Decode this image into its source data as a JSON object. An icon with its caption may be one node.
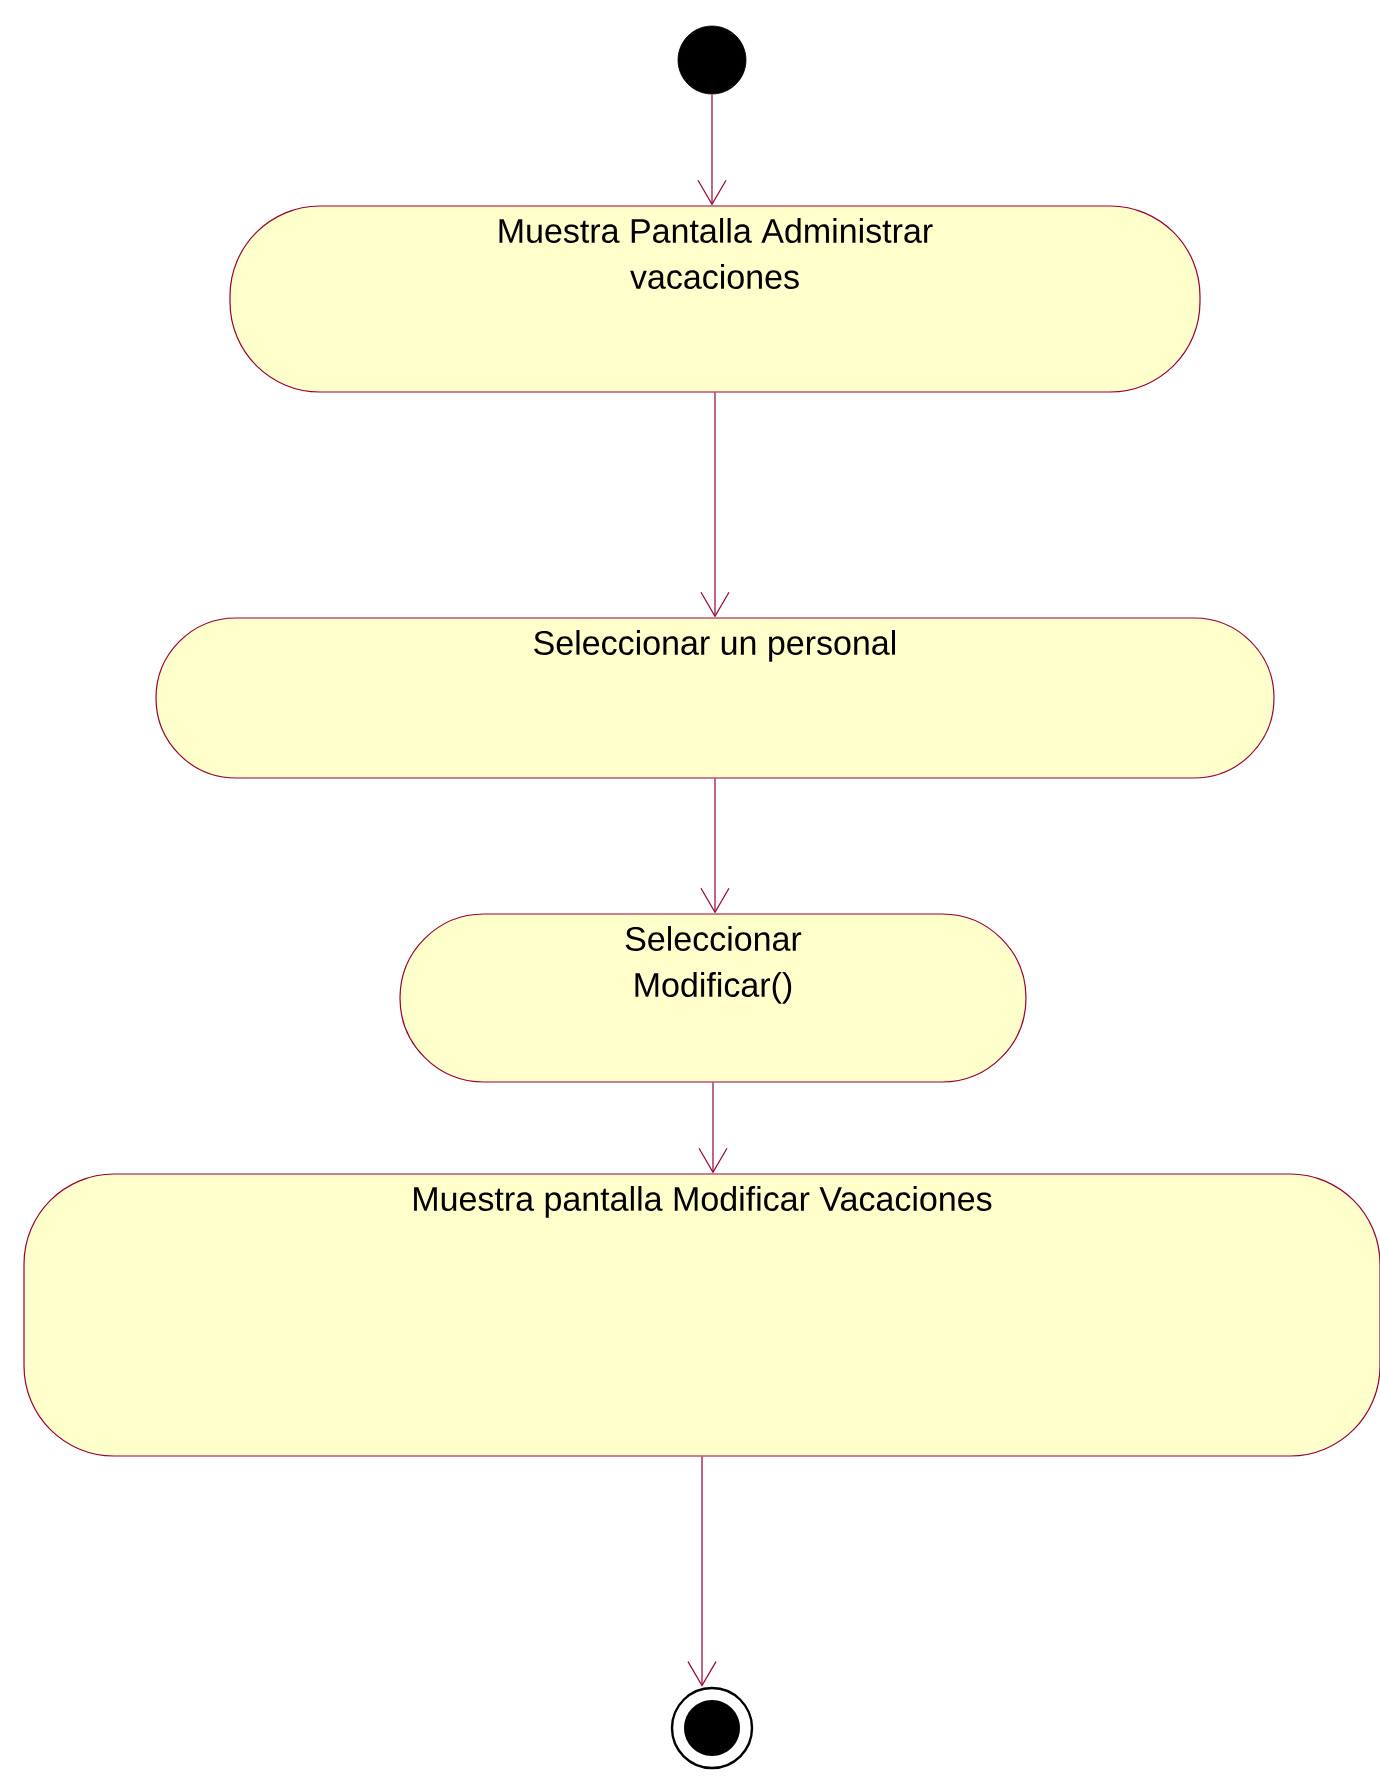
{
  "diagram": {
    "nodes": [
      {
        "text": [],
        "shape": "circle"
      },
      {
        "text": [
          "Muestra Pantalla Administrar vacaciones"
        ]
      },
      {
        "text": [
          "Seleccionar un personal"
        ]
      },
      {
        "text": [
          "Seleccionar Modificar()"
        ]
      },
      {
        "text": [
          "Muestra pantalla Modificar Vacaciones"
        ]
      },
      {
        "text": [],
        "shape": "bullseye"
      }
    ],
    "edges": [
      {
        "from": 0,
        "to": 1,
        "arrow": "to"
      },
      {
        "from": 1,
        "to": 2,
        "arrow": "to"
      },
      {
        "from": 2,
        "to": 3,
        "arrow": "to"
      },
      {
        "from": 3,
        "to": 4,
        "arrow": "to"
      },
      {
        "from": 4,
        "to": 5,
        "arrow": "to"
      }
    ]
  }
}
